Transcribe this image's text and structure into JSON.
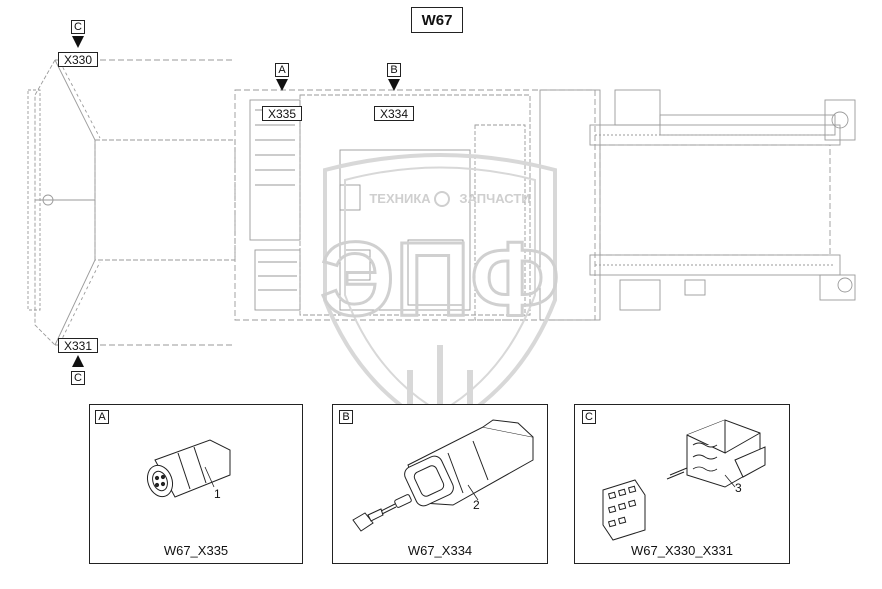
{
  "title": "W67",
  "markers": {
    "a": "A",
    "b": "B",
    "c_top": "C",
    "c_bottom": "C"
  },
  "connectors": {
    "x330": "X330",
    "x331": "X331",
    "x335": "X335",
    "x334": "X334"
  },
  "watermark": {
    "top_text_left": "ТЕХНИКА",
    "top_text_right": "ЗАПЧАСТИ",
    "logo_text": "ЭПФ"
  },
  "panels": [
    {
      "letter": "A",
      "callout": "1",
      "caption": "W67_X335"
    },
    {
      "letter": "B",
      "callout": "2",
      "caption": "W67_X334"
    },
    {
      "letter": "C",
      "callout": "3",
      "caption": "W67_X330_X331"
    }
  ]
}
